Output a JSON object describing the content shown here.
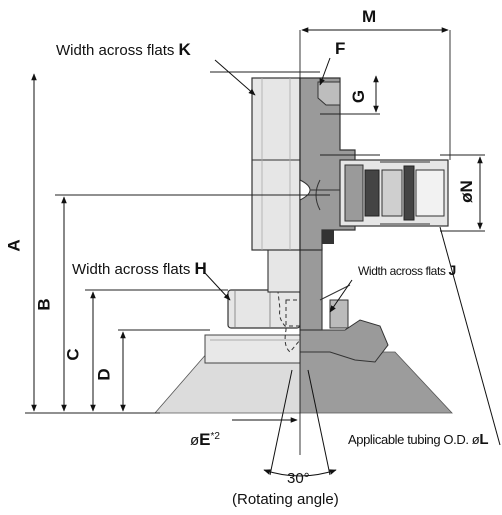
{
  "labels": {
    "width_k_text": "Width across flats ",
    "width_k_letter": "K",
    "width_h_text": "Width across flats ",
    "width_h_letter": "H",
    "width_j_text": "Width across flats ",
    "width_j_letter": "J",
    "tubing_text": "Applicable tubing O.D. ø",
    "tubing_letter": "L",
    "dia_e_prefix": "ø",
    "dia_e_letter": "E",
    "dia_e_note": "*2",
    "angle_value": "30°",
    "angle_caption": "(Rotating angle)"
  },
  "dimensions": {
    "M": "M",
    "F": "F",
    "G": "G",
    "N": "øN",
    "A": "A",
    "B": "B",
    "C": "C",
    "D": "D"
  },
  "colors": {
    "body_fill": "#e6e6e6",
    "section_fill": "#9a9a9a",
    "pad_fill": "#d9d9d9",
    "line": "#111111"
  }
}
